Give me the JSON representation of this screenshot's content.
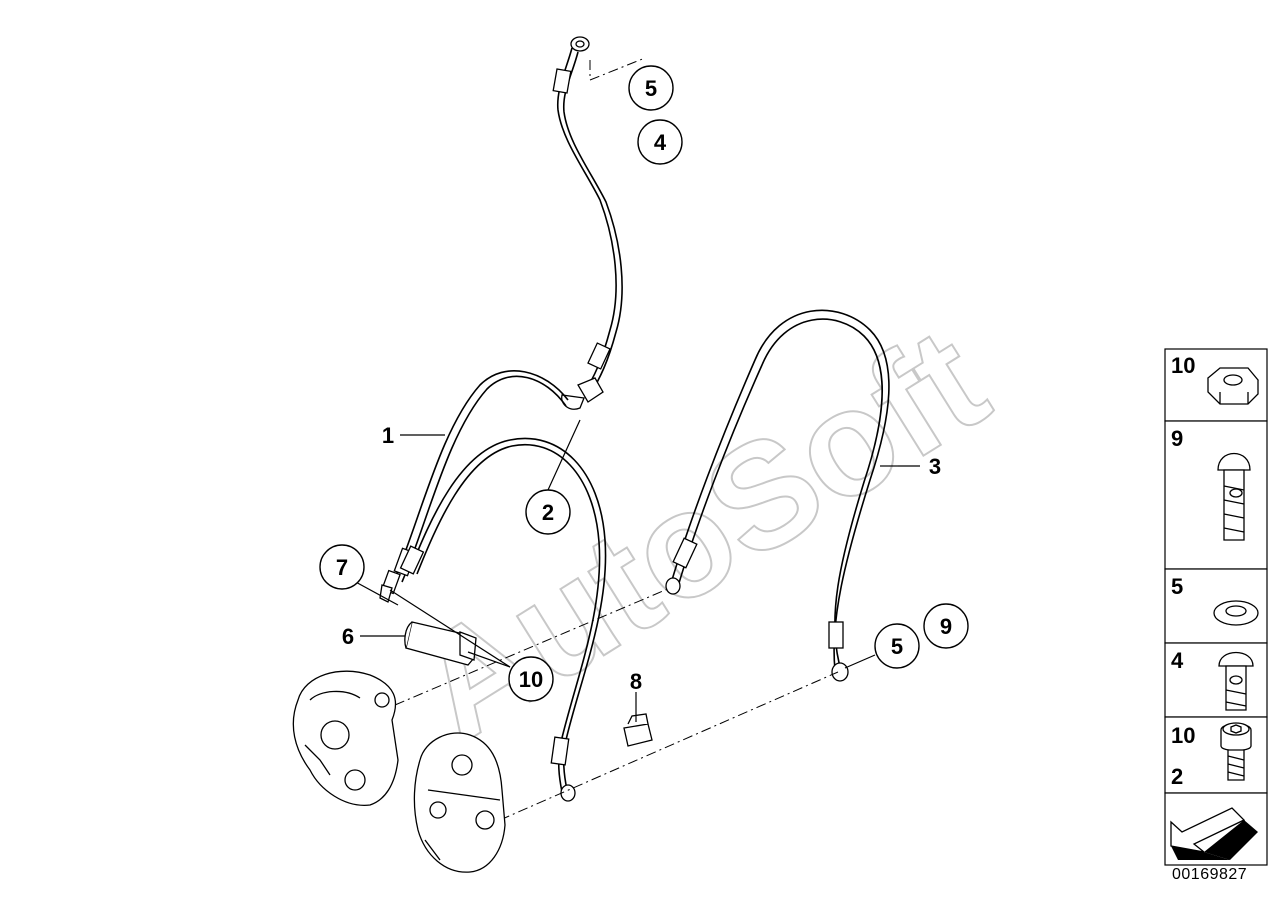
{
  "watermark": "AutoSoft",
  "document_number": "00169827",
  "callouts": [
    {
      "id": "c5-top",
      "label": "5",
      "circled": true
    },
    {
      "id": "c4-top",
      "label": "4",
      "circled": true
    },
    {
      "id": "c1",
      "label": "1",
      "circled": false
    },
    {
      "id": "c2",
      "label": "2",
      "circled": true
    },
    {
      "id": "c3",
      "label": "3",
      "circled": false
    },
    {
      "id": "c7",
      "label": "7",
      "circled": true
    },
    {
      "id": "c6",
      "label": "6",
      "circled": false
    },
    {
      "id": "c10",
      "label": "10",
      "circled": true
    },
    {
      "id": "c8",
      "label": "8",
      "circled": false
    },
    {
      "id": "c5-right",
      "label": "5",
      "circled": true
    },
    {
      "id": "c9-right",
      "label": "9",
      "circled": true
    }
  ],
  "legend": [
    {
      "labels": [
        "10"
      ],
      "icon": "hex-nut-icon"
    },
    {
      "labels": [
        "9"
      ],
      "icon": "banjo-bolt-long-icon"
    },
    {
      "labels": [
        "5"
      ],
      "icon": "sealing-ring-icon"
    },
    {
      "labels": [
        "4"
      ],
      "icon": "banjo-bolt-short-icon"
    },
    {
      "labels": [
        "10",
        "2"
      ],
      "icon": "allen-bolt-icon"
    },
    {
      "labels": [],
      "icon": "direction-arrow-icon"
    }
  ]
}
